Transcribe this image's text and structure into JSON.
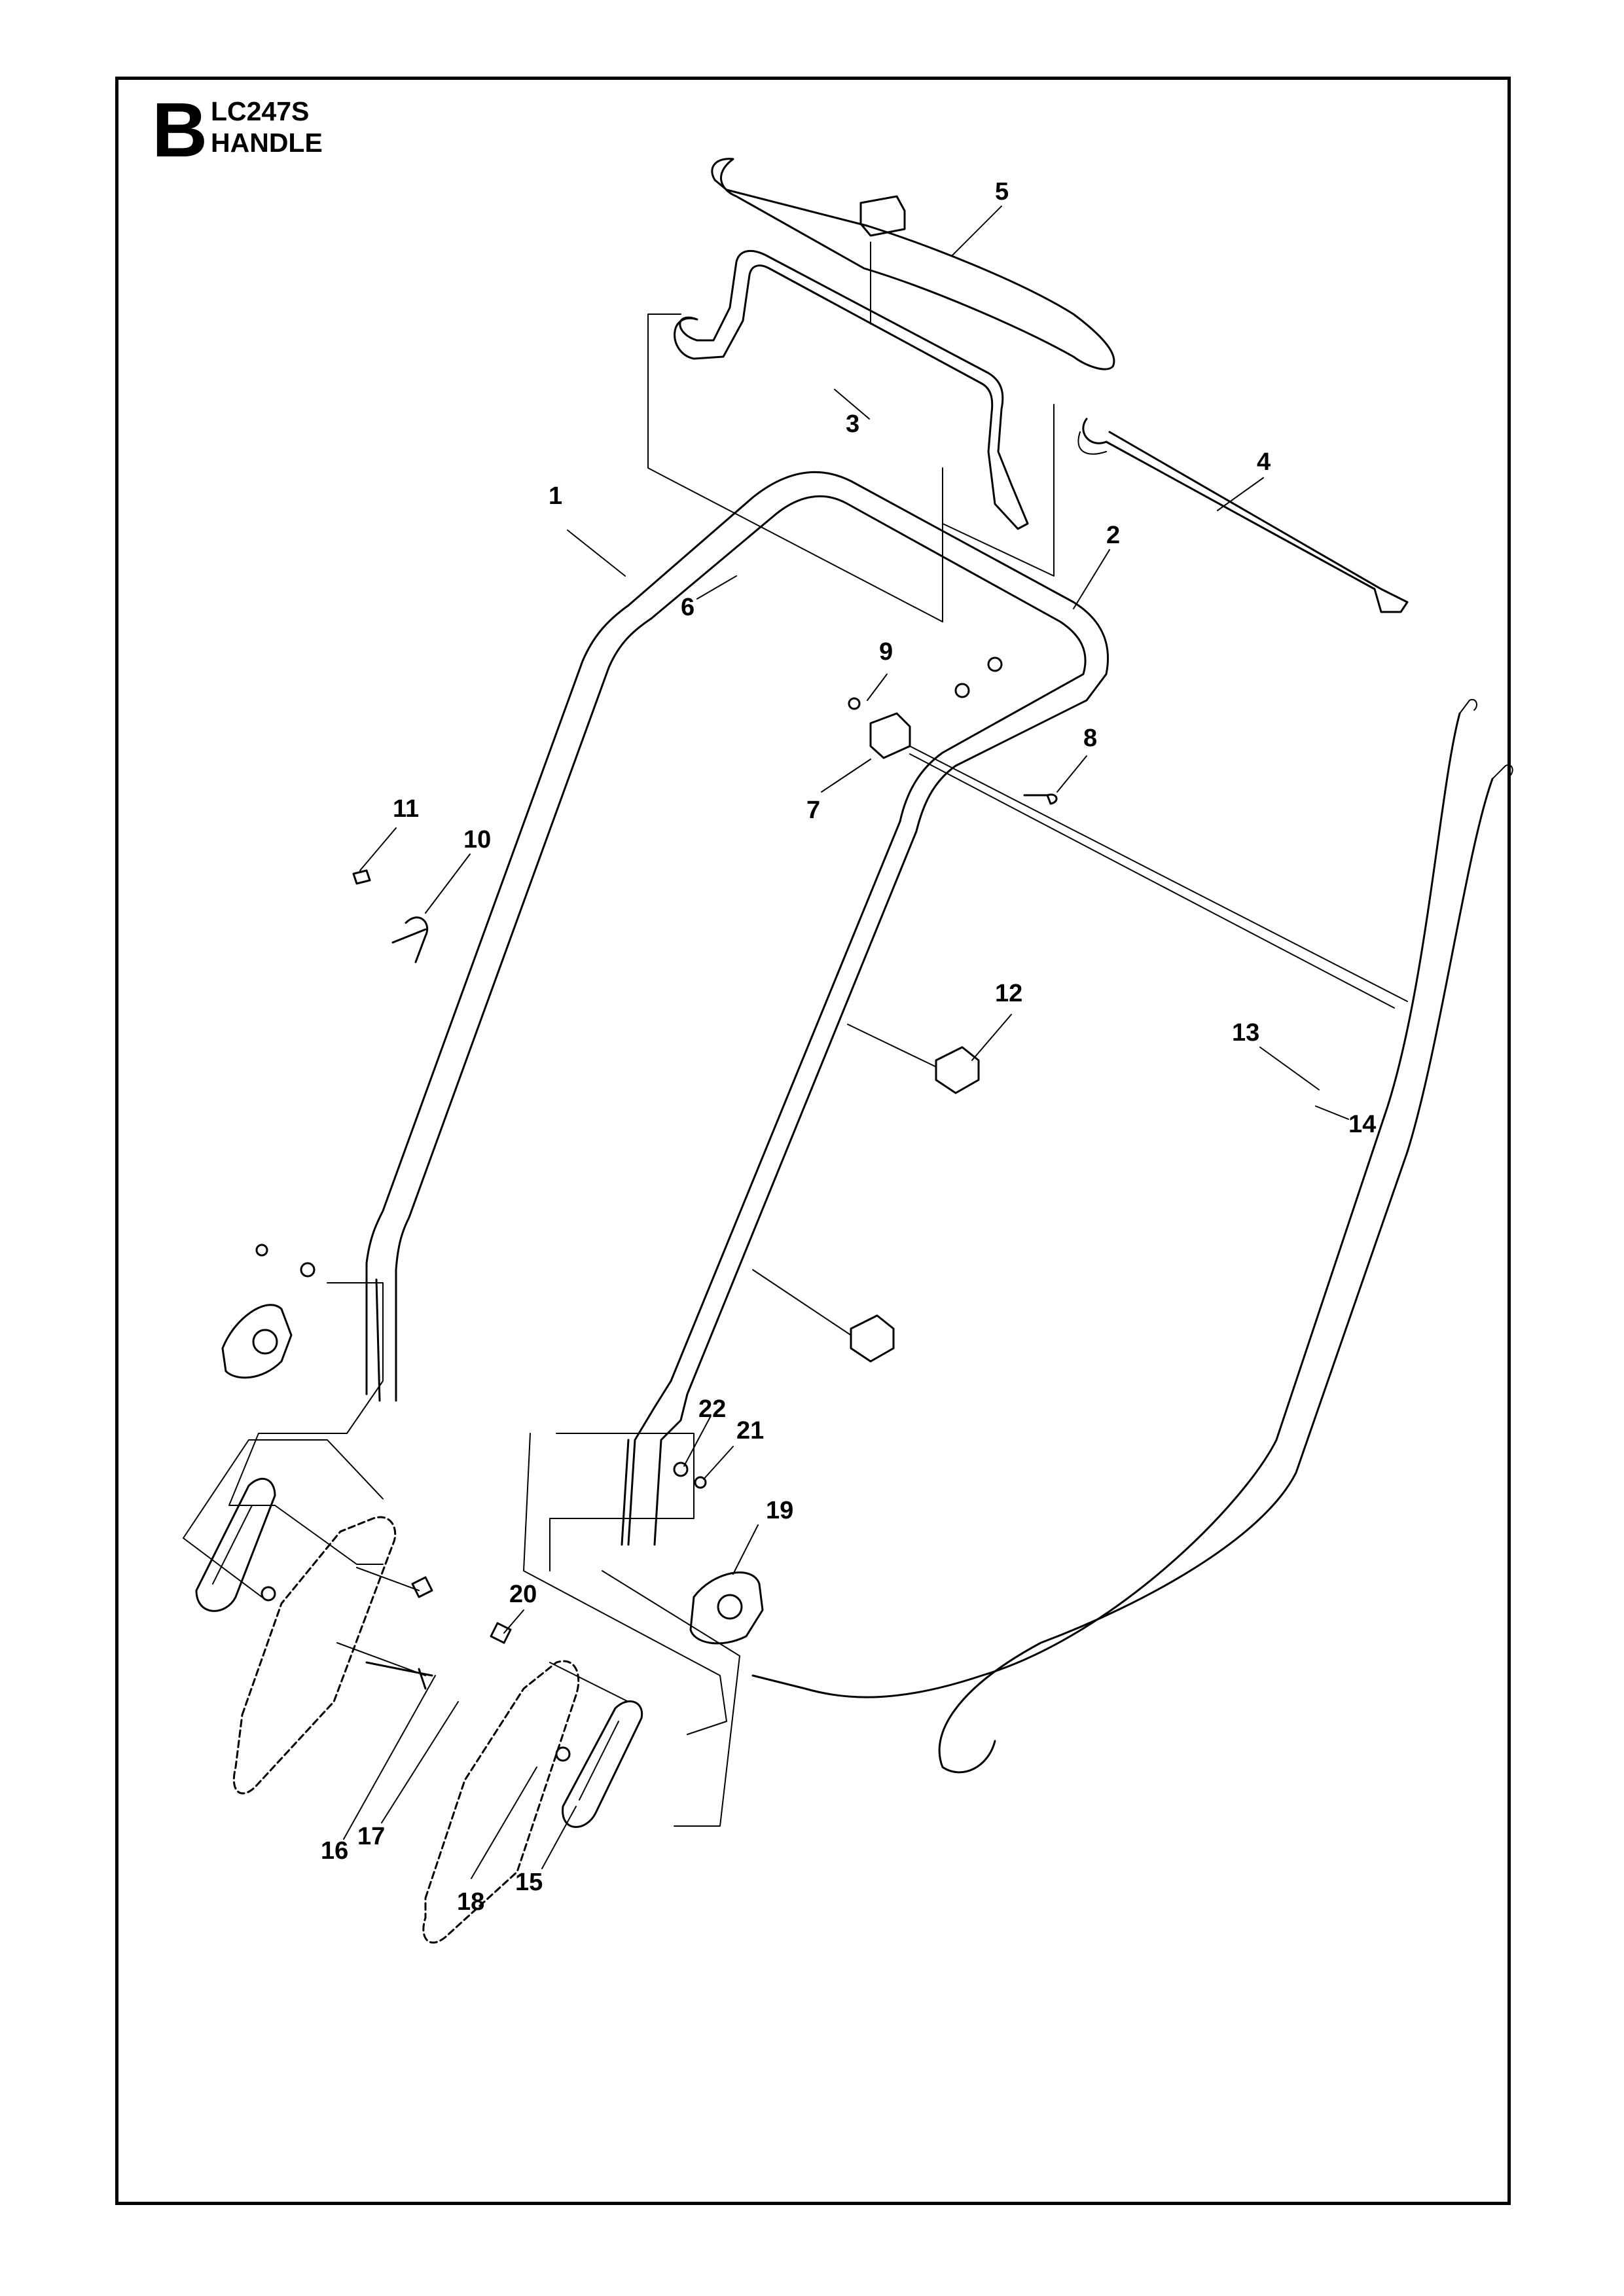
{
  "header": {
    "section_letter": "B",
    "model": "LC247S",
    "title": "HANDLE"
  },
  "callouts": [
    "1",
    "2",
    "3",
    "4",
    "5",
    "6",
    "7",
    "8",
    "9",
    "10",
    "11",
    "12",
    "13",
    "14",
    "15",
    "16",
    "17",
    "18",
    "19",
    "20",
    "21",
    "22"
  ]
}
